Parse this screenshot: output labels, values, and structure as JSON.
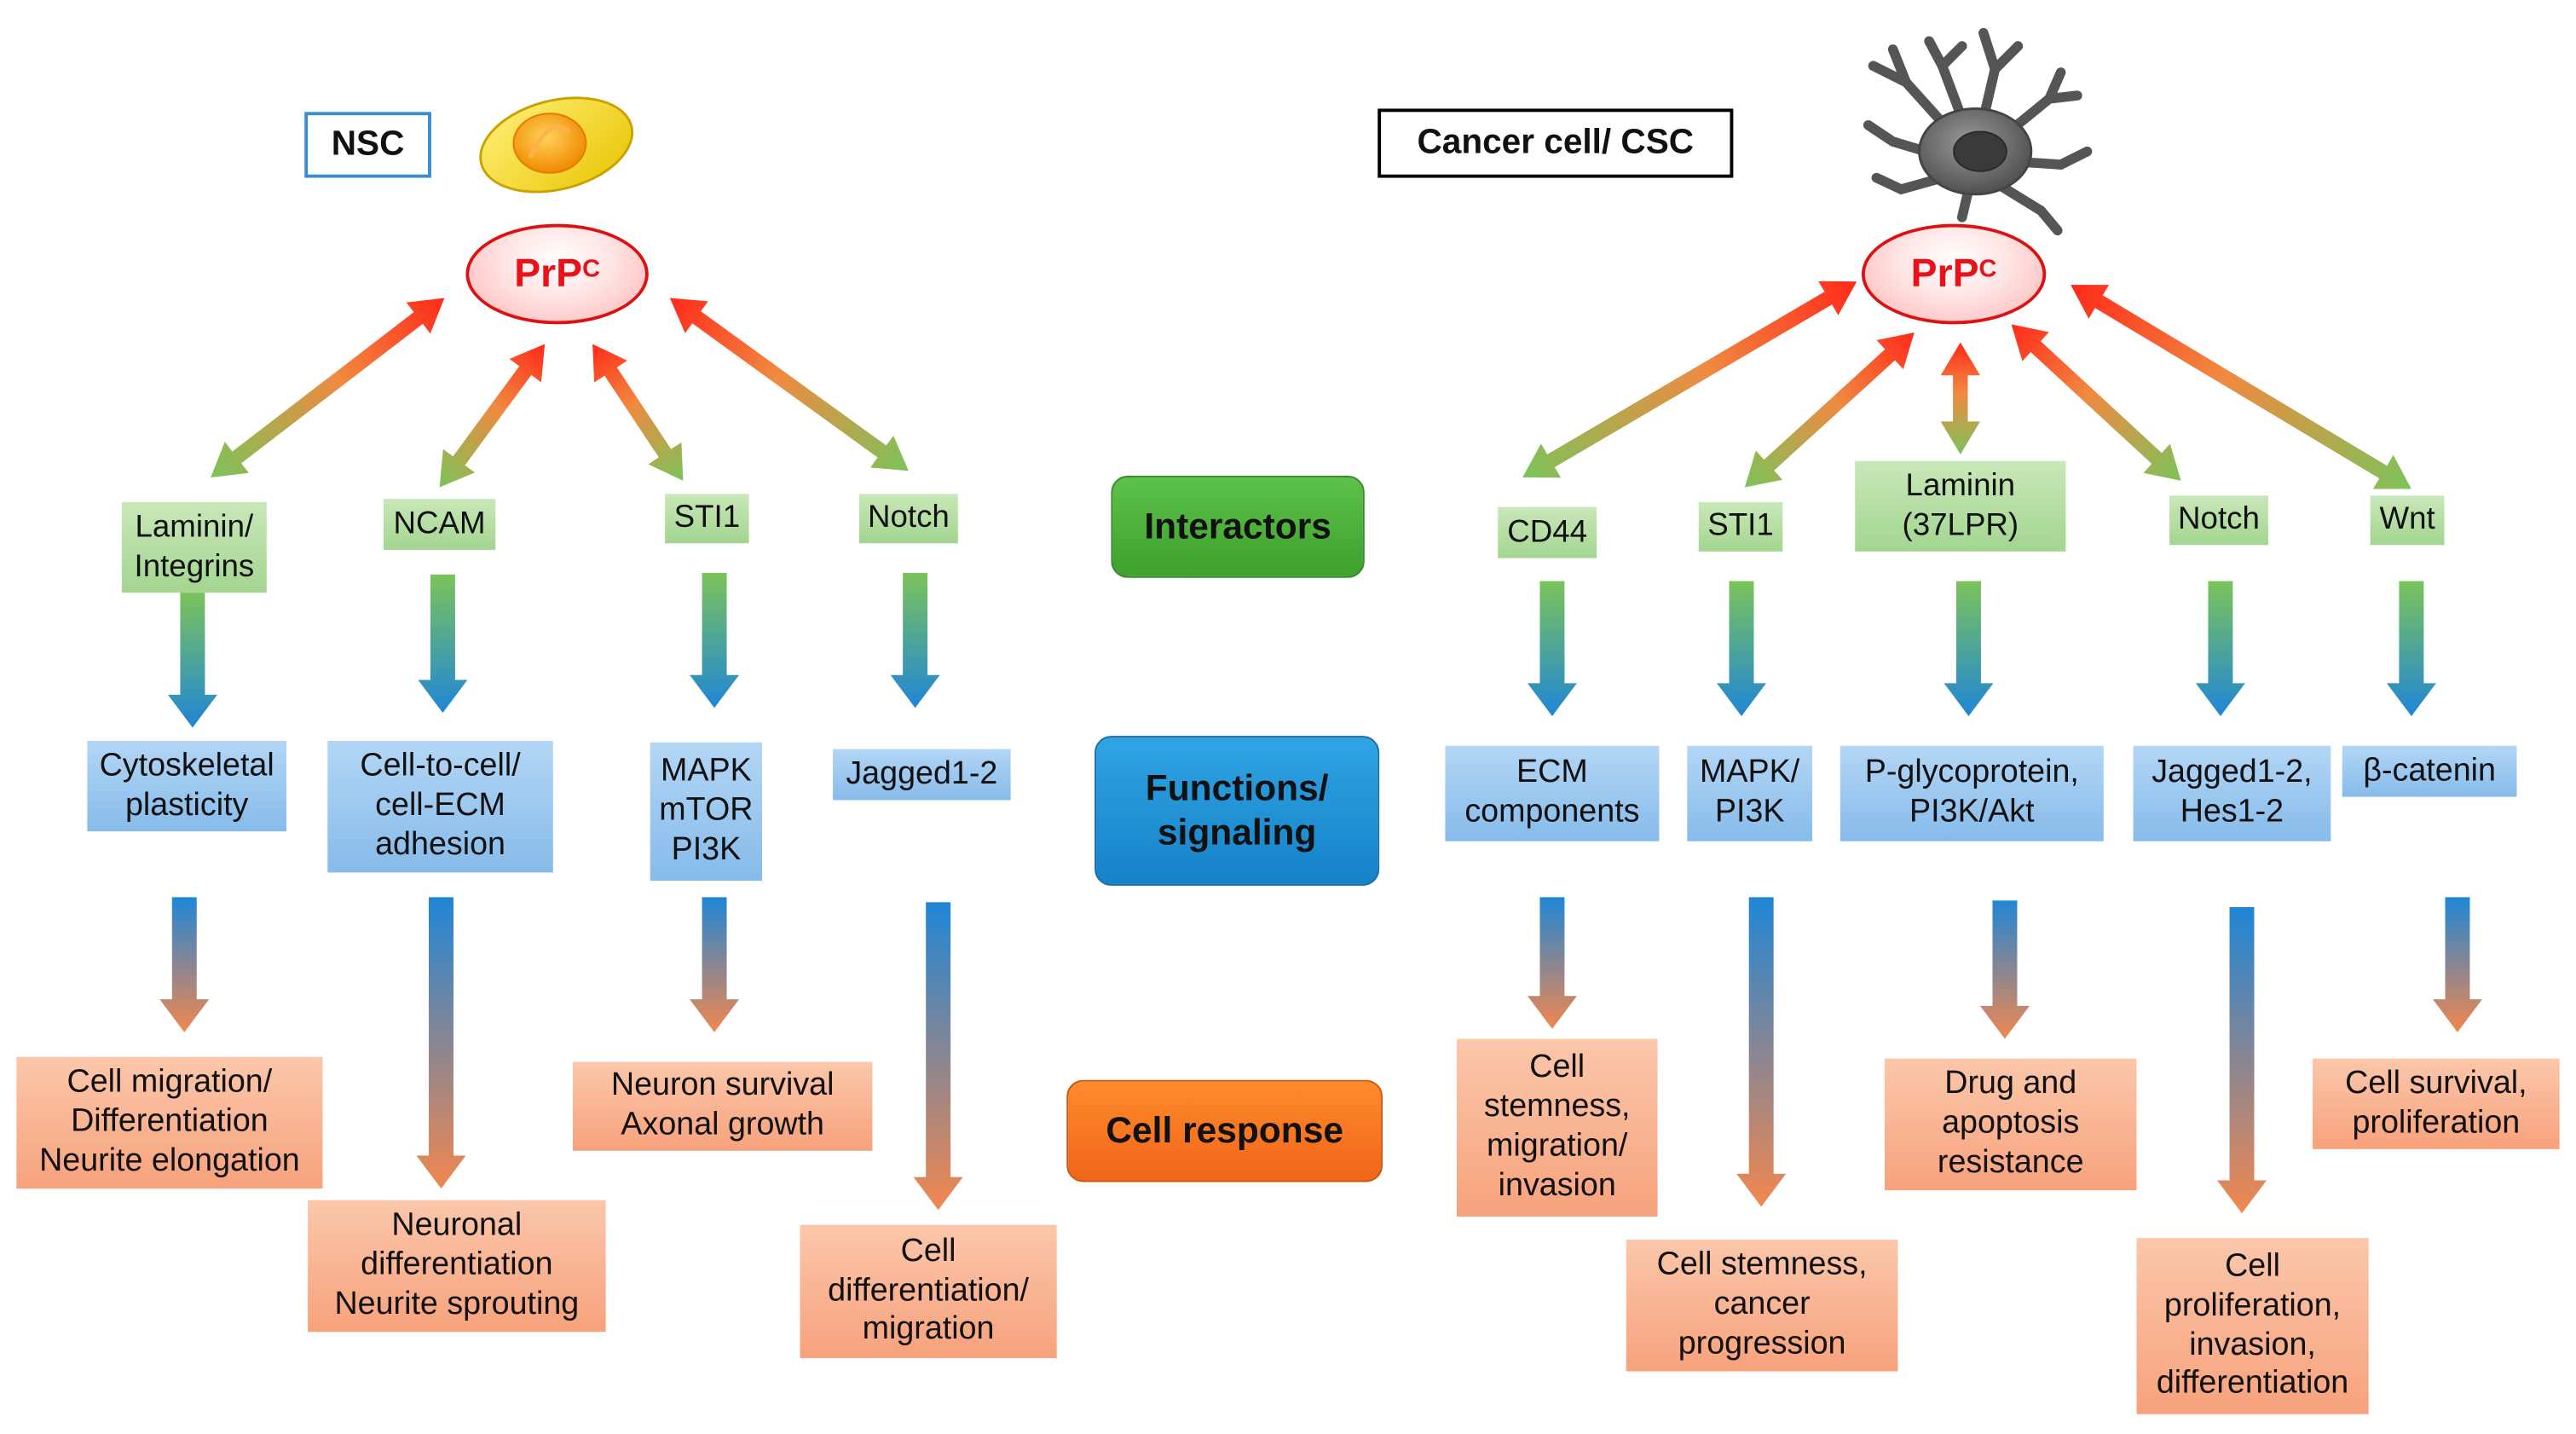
{
  "titles": {
    "nsc": "NSC",
    "cancer": "Cancer cell/ CSC"
  },
  "prpc": {
    "base": "PrP",
    "sup": "C"
  },
  "row_labels": {
    "interactors": "Interactors",
    "functions": "Functions/\nsignaling",
    "response": "Cell response"
  },
  "nsc": {
    "interactors": [
      "Laminin/\nIntegrins",
      "NCAM",
      "STI1",
      "Notch"
    ],
    "functions": [
      "Cytoskeletal\nplasticity",
      "Cell-to-cell/\ncell-ECM\nadhesion",
      "MAPK\nmTOR\nPI3K",
      "Jagged1-2"
    ],
    "responses": [
      "Cell migration/\nDifferentiation\nNeurite elongation",
      "Neuronal\ndifferentiation\nNeurite sprouting",
      "Neuron survival\nAxonal growth",
      "Cell\ndifferentiation/\nmigration"
    ]
  },
  "cancer": {
    "interactors": [
      "CD44",
      "STI1",
      "Laminin\n(37LPR)",
      "Notch",
      "Wnt"
    ],
    "functions": [
      "ECM\ncomponents",
      "MAPK/\nPI3K",
      "P-glycoprotein,\nPI3K/Akt",
      "Jagged1-2,\nHes1-2",
      "β-catenin"
    ],
    "responses": [
      "Cell\nstemness,\nmigration/\ninvasion",
      "Cell stemness,\ncancer\nprogression",
      "Drug and\napoptosis\nresistance",
      "Cell\nproliferation,\ninvasion,\ndifferentiation",
      "Cell survival,\nproliferation"
    ]
  },
  "colors": {
    "arrow_red": "#ff2a1a",
    "arrow_green": "#7cc35a",
    "arrow_blue": "#1f86d6",
    "arrow_orange": "#f2874f"
  }
}
